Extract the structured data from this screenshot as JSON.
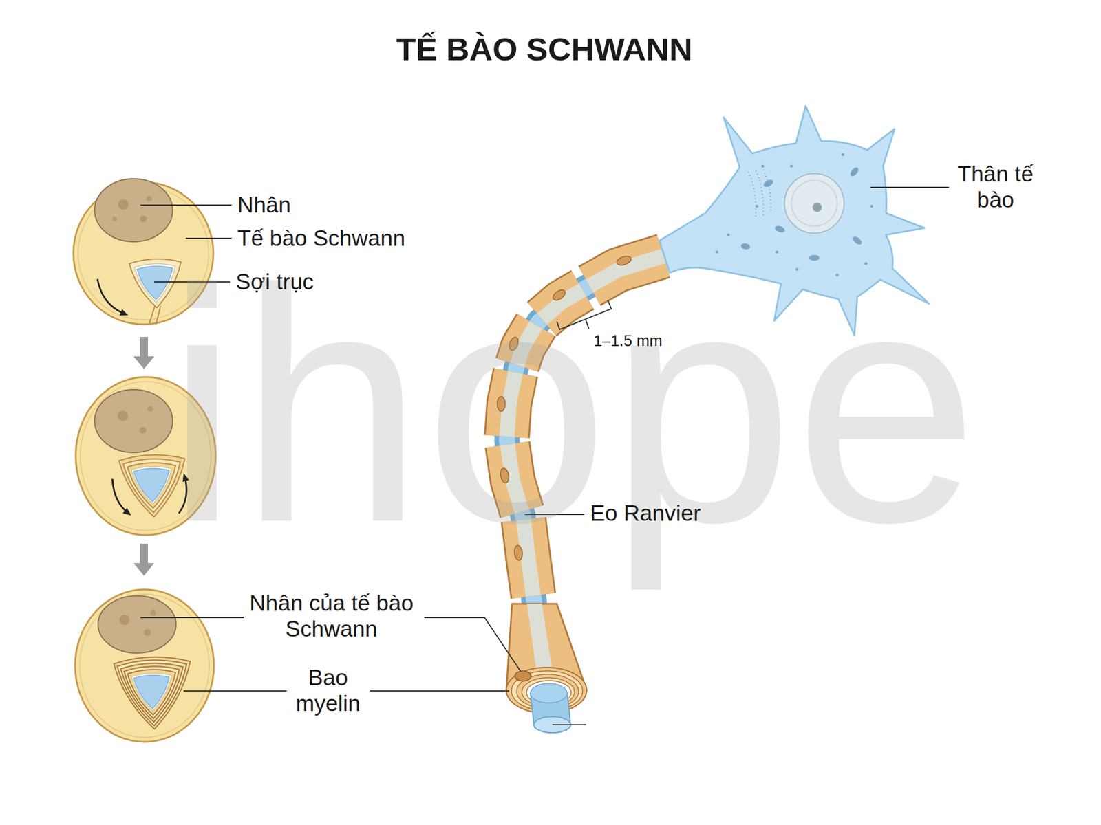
{
  "diagram": {
    "title": "TẾ BÀO SCHWANN",
    "labels": [
      "Nhân",
      "Tế bào Schwann",
      "Sợi trục",
      "Nhân của tế bào Schwann",
      "Bao myelin",
      "Thân tế bào",
      "1–1.5 mm",
      "Eo Ranvier",
      "ihope"
    ]
  }
}
